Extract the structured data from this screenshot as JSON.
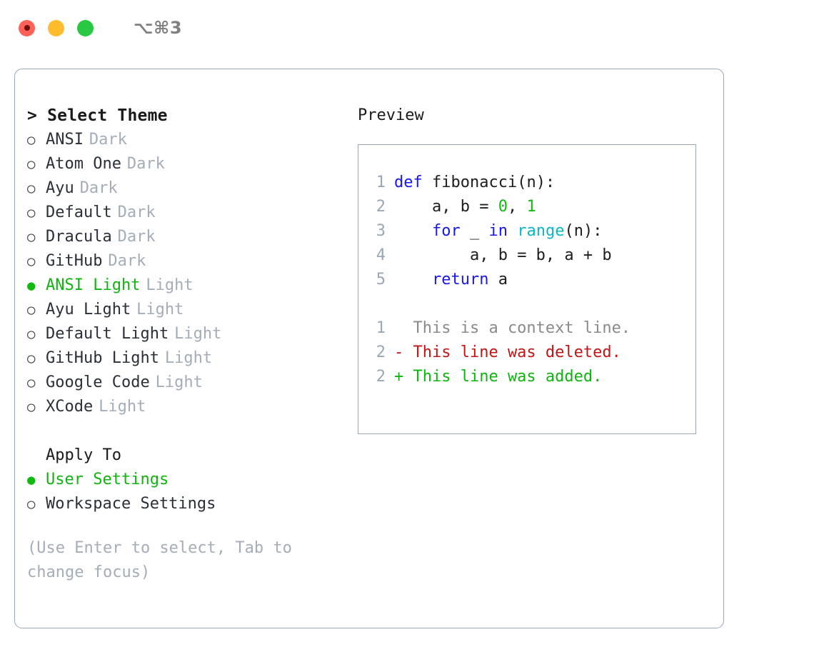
{
  "titlebar": {
    "traffic_lights": [
      {
        "name": "close",
        "color": "#ff6159"
      },
      {
        "name": "minimize",
        "color": "#ffbd2e"
      },
      {
        "name": "zoom",
        "color": "#28c840"
      }
    ],
    "shortcut": "⌥⌘3"
  },
  "theme_picker": {
    "heading": "> Select Theme",
    "selected_theme": "ANSI Light",
    "bullet_selected": "●",
    "bullet_unselected": "○",
    "themes": [
      {
        "name": "ANSI",
        "kind": "Dark",
        "selected": false
      },
      {
        "name": "Atom One",
        "kind": "Dark",
        "selected": false
      },
      {
        "name": "Ayu",
        "kind": "Dark",
        "selected": false
      },
      {
        "name": "Default",
        "kind": "Dark",
        "selected": false
      },
      {
        "name": "Dracula",
        "kind": "Dark",
        "selected": false
      },
      {
        "name": "GitHub",
        "kind": "Dark",
        "selected": false
      },
      {
        "name": "ANSI Light",
        "kind": "Light",
        "selected": true
      },
      {
        "name": "Ayu Light",
        "kind": "Light",
        "selected": false
      },
      {
        "name": "Default Light",
        "kind": "Light",
        "selected": false
      },
      {
        "name": "GitHub Light",
        "kind": "Light",
        "selected": false
      },
      {
        "name": "Google Code",
        "kind": "Light",
        "selected": false
      },
      {
        "name": "XCode",
        "kind": "Light",
        "selected": false
      }
    ]
  },
  "apply_to": {
    "heading": "Apply To",
    "options": [
      {
        "label": "User Settings",
        "selected": true
      },
      {
        "label": "Workspace Settings",
        "selected": false
      }
    ]
  },
  "hint": "(Use Enter to select, Tab to change focus)",
  "preview": {
    "label": "Preview",
    "code_lines": [
      {
        "no": "1",
        "indent": "",
        "segments": [
          {
            "text": "def",
            "tok": "kw"
          },
          {
            "text": " fibonacci(n):",
            "tok": "plain"
          }
        ]
      },
      {
        "no": "2",
        "indent": "    ",
        "segments": [
          {
            "text": "a, b = ",
            "tok": "plain"
          },
          {
            "text": "0",
            "tok": "num"
          },
          {
            "text": ", ",
            "tok": "plain"
          },
          {
            "text": "1",
            "tok": "num"
          }
        ]
      },
      {
        "no": "3",
        "indent": "    ",
        "segments": [
          {
            "text": "for",
            "tok": "kw"
          },
          {
            "text": " _ ",
            "tok": "plain"
          },
          {
            "text": "in",
            "tok": "kw"
          },
          {
            "text": " ",
            "tok": "plain"
          },
          {
            "text": "range",
            "tok": "fn"
          },
          {
            "text": "(n):",
            "tok": "plain"
          }
        ]
      },
      {
        "no": "4",
        "indent": "        ",
        "segments": [
          {
            "text": "a, b = b, a + b",
            "tok": "plain"
          }
        ]
      },
      {
        "no": "5",
        "indent": "    ",
        "segments": [
          {
            "text": "return",
            "tok": "kw"
          },
          {
            "text": " a",
            "tok": "plain"
          }
        ]
      }
    ],
    "diff_lines": [
      {
        "no": "1",
        "marker": "  ",
        "text": "This is a context line.",
        "kind": "ctx"
      },
      {
        "no": "2",
        "marker": "- ",
        "text": "This line was deleted.",
        "kind": "del"
      },
      {
        "no": "2",
        "marker": "+ ",
        "text": "This line was added.",
        "kind": "add"
      }
    ]
  },
  "colors": {
    "accent_green": "#10b410",
    "keyword_blue": "#1916f0",
    "function_cyan": "#0bb7c4",
    "number_green": "#11b911",
    "diff_delete_red": "#c01616",
    "diff_add_green": "#10b410",
    "muted_gray": "#a4adb8",
    "border": "#9aa7b5"
  }
}
